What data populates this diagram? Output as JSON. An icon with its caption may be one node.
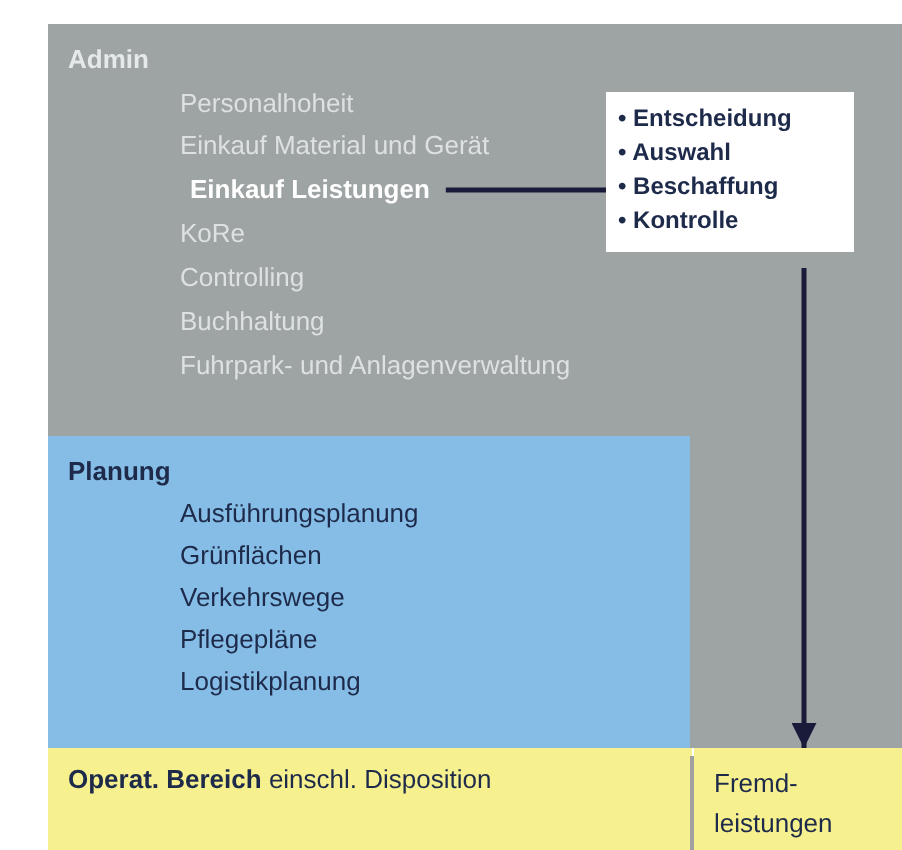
{
  "diagram": {
    "nodes": [
      {
        "text": [
          "Admin"
        ]
      },
      {
        "text": [
          "Einkauf Leistungen"
        ],
        "in": 0
      },
      {
        "text": [
          "• Entscheidung",
          "• Auswahl",
          "• Beschaffung",
          "• Kontrolle"
        ],
        "in": 0
      },
      {
        "text": [
          "Planung",
          "Ausführungsplanung",
          "Grünflächen",
          "Verkehrswege",
          "Pflegepläne",
          "Logistikplanung"
        ],
        "in": 0
      },
      {
        "text": [
          "**Operat. Bereich** einschl. Disposition"
        ]
      },
      {
        "text": [
          "Fremd- leistungen"
        ]
      }
    ],
    "edges": [
      {
        "from": 1,
        "to": 2,
        "arrow": "none"
      },
      {
        "from": 2,
        "to": 5,
        "arrow": "to"
      }
    ],
    "labels": [
      "Personalhoheit",
      "Einkauf Material und Gerät",
      "KoRe",
      "Controlling",
      "Buchhaltung",
      "Fuhrpark- und Anlagenverwaltung"
    ]
  }
}
